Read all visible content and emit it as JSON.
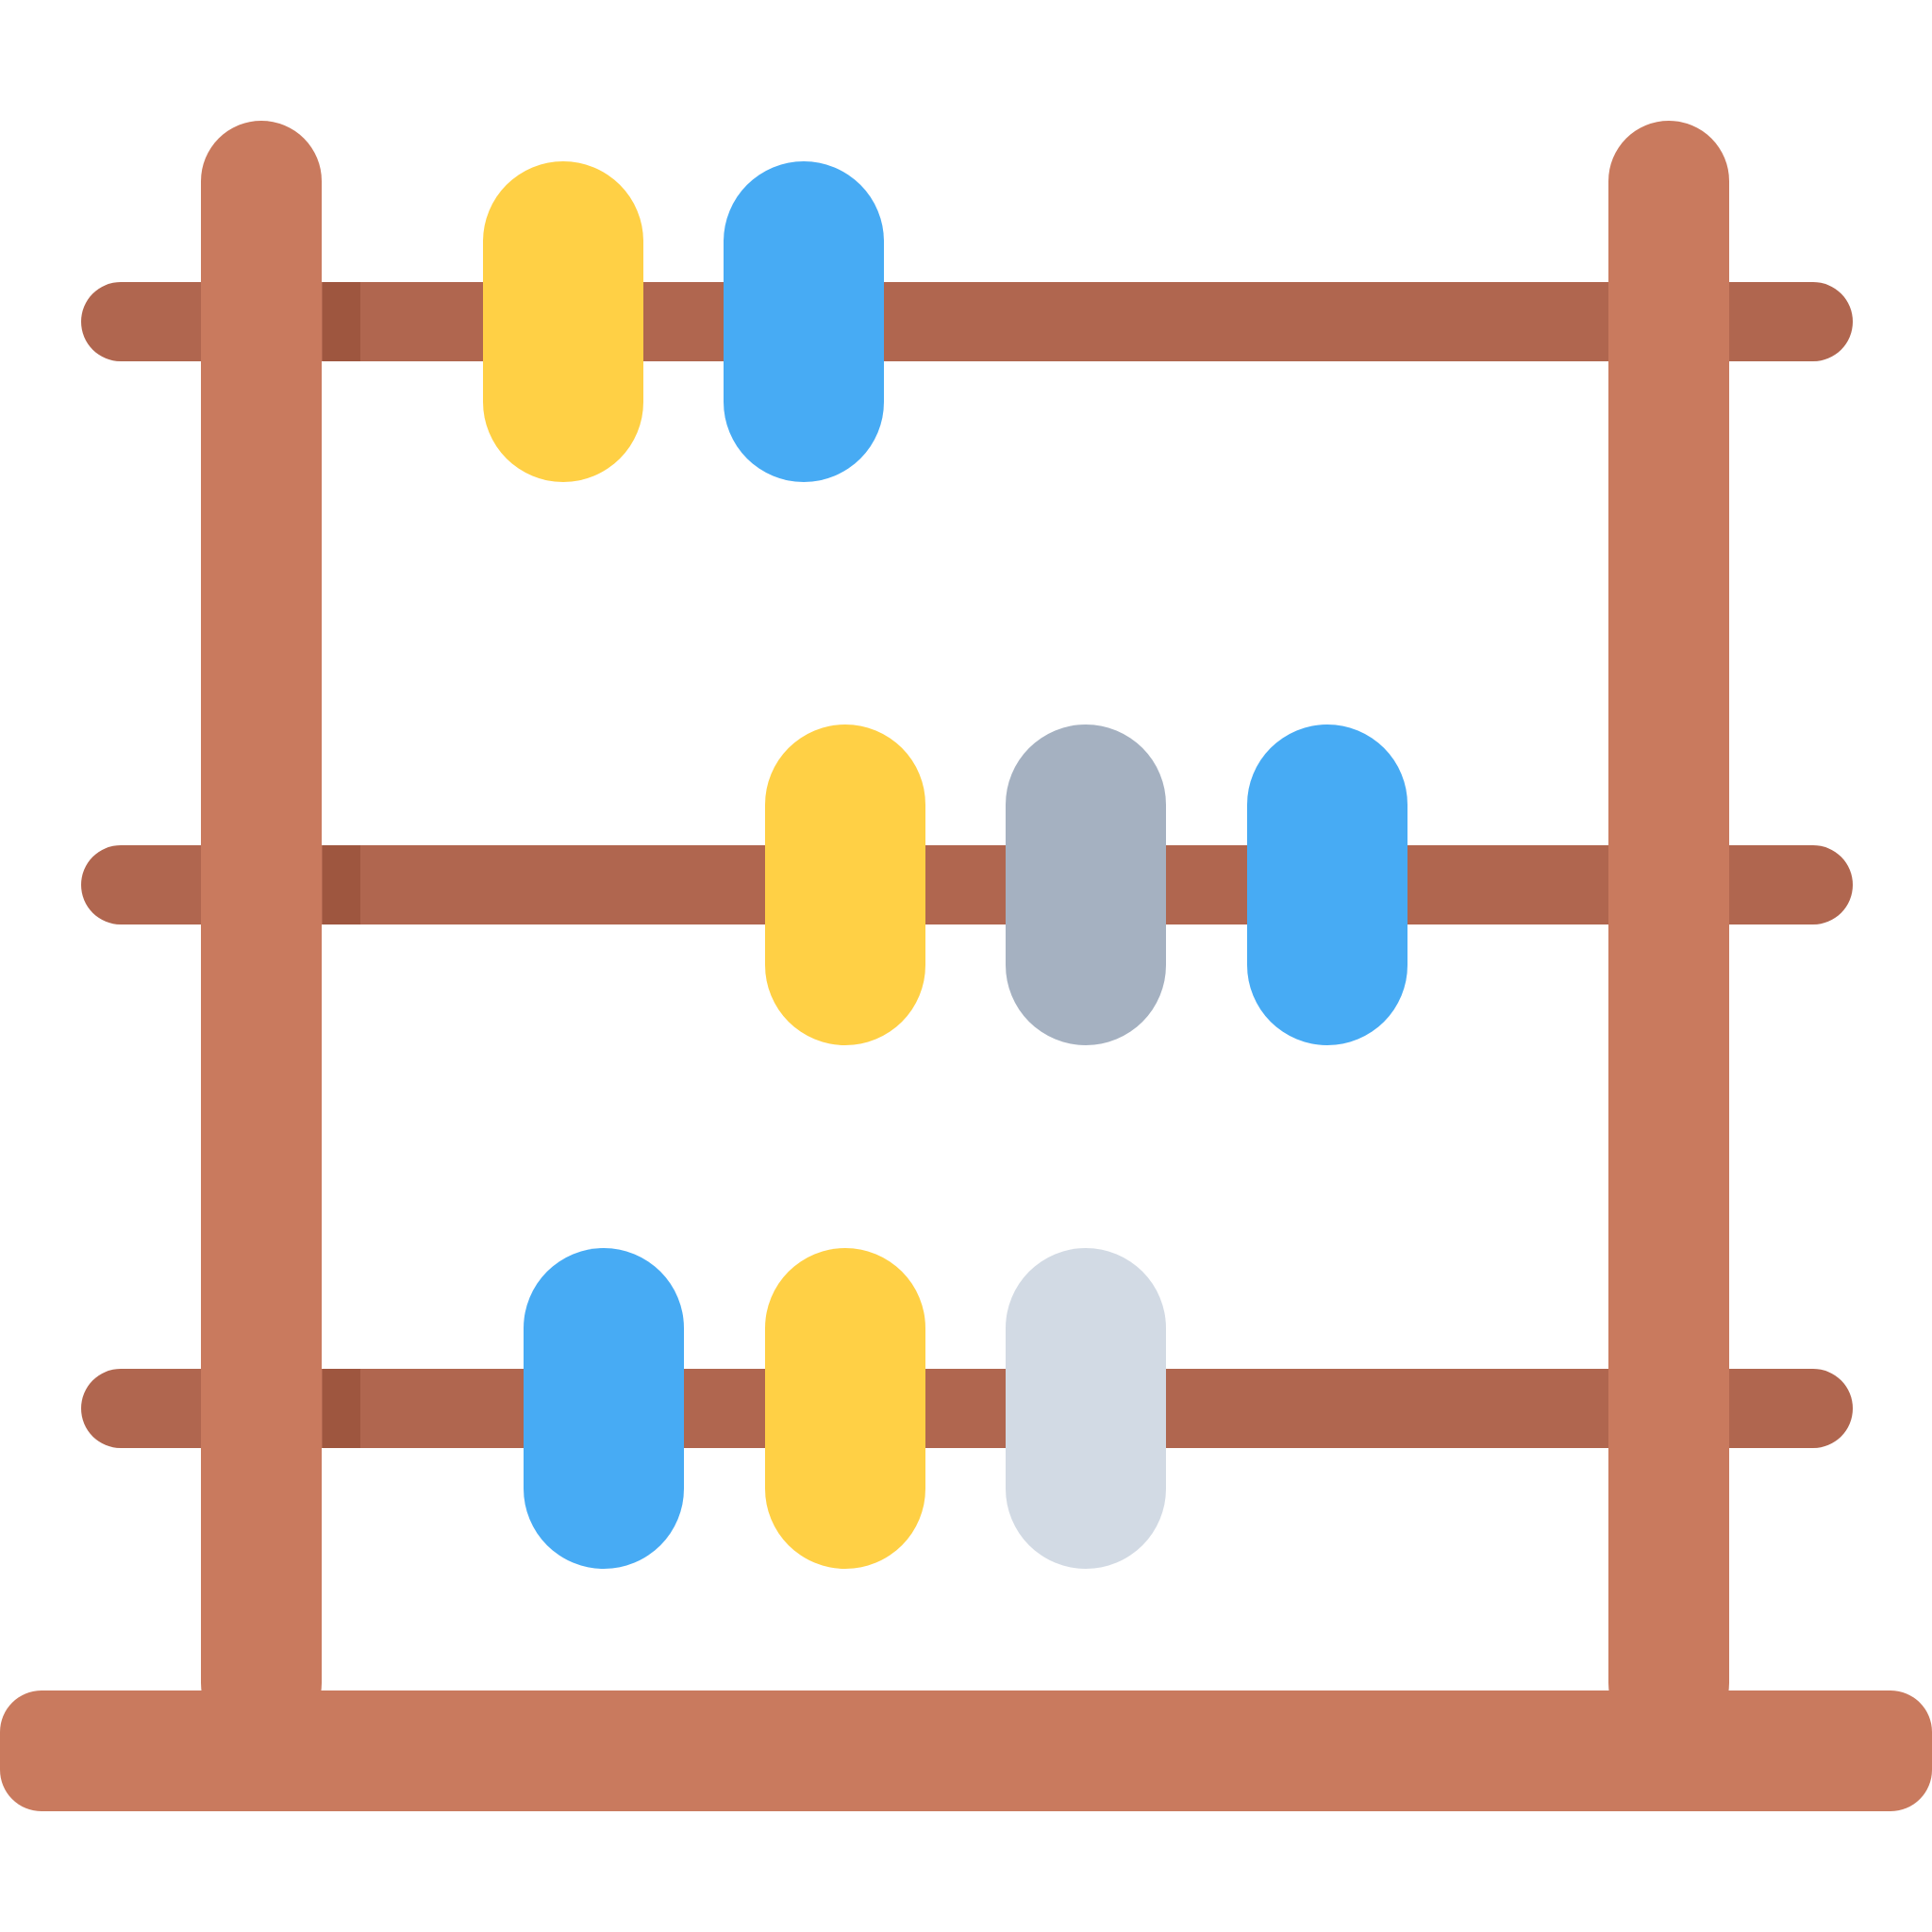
{
  "icon": {
    "name": "abacus-icon",
    "colors": {
      "frame": "#C97A5E",
      "rod": "#B0664F",
      "rod_shadow": "#9E563F",
      "yellow": "#FFD045",
      "blue": "#47ABF4",
      "gray": "#A5B1C1",
      "light_gray": "#D2DAE4"
    },
    "rows": [
      {
        "name": "top-row",
        "beads": [
          "yellow",
          "blue"
        ]
      },
      {
        "name": "middle-row",
        "beads": [
          "yellow",
          "gray",
          "blue"
        ]
      },
      {
        "name": "bottom-row",
        "beads": [
          "blue",
          "yellow",
          "light_gray"
        ]
      }
    ]
  }
}
